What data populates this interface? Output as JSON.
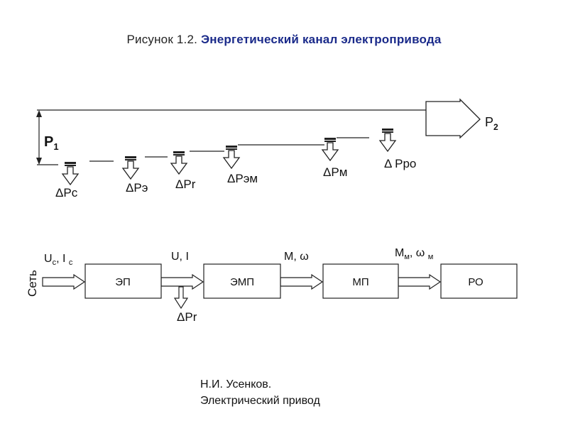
{
  "title": {
    "figure_label": "Рисунок 1.2.",
    "name": "Энергетический канал электропривода"
  },
  "energy_channel": {
    "p_in": "P",
    "p_in_sub": "1",
    "p_out": "P",
    "p_out_sub": "2",
    "losses": [
      "ΔPc",
      "ΔPэ",
      "ΔPr",
      "ΔPэм",
      "ΔPм",
      "Δ Pро"
    ]
  },
  "block_diagram": {
    "input_label": "Сеть",
    "blocks": [
      "ЭП",
      "ЭМП",
      "МП",
      "РО"
    ],
    "signals": {
      "s1_main": "U",
      "s1_sub": "с",
      "s1_sep": ", I ",
      "s1_sub2": "с",
      "s2": "U, I",
      "s3": "M, ω",
      "s4_main": "M",
      "s4_sub": "м",
      "s4_sep": ", ω ",
      "s4_sub2": "м"
    },
    "branch_loss": "ΔPr"
  },
  "footer": {
    "author": "Н.И. Усенков.",
    "course": "Электрический привод"
  }
}
